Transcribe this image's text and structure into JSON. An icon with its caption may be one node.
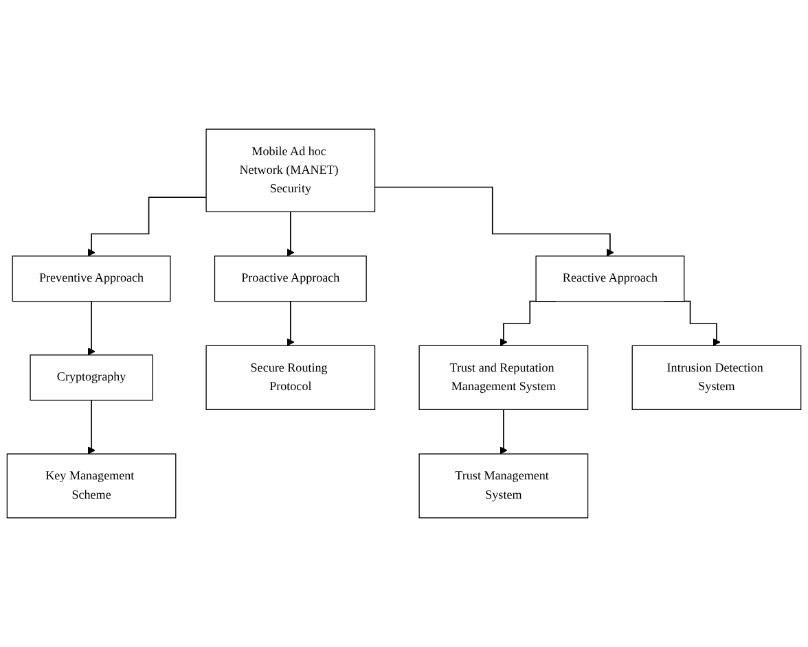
{
  "diagram": {
    "nodes": [
      {
        "text": [
          "Mobile Ad hoc Network (MANET) Security"
        ]
      },
      {
        "text": [
          "Preventive Approach"
        ]
      },
      {
        "text": [
          "Proactive Approach"
        ]
      },
      {
        "text": [
          "Reactive Approach"
        ]
      },
      {
        "text": [
          "Cryptography"
        ]
      },
      {
        "text": [
          "Secure Routing Protocol"
        ]
      },
      {
        "text": [
          "Trust and Reputation Management System"
        ]
      },
      {
        "text": [
          "Intrusion Detection System"
        ]
      },
      {
        "text": [
          "Key Management Scheme"
        ]
      },
      {
        "text": [
          "Trust Management System"
        ]
      }
    ],
    "edges": [
      {
        "from": 0,
        "to": 1,
        "arrow": "to"
      },
      {
        "from": 0,
        "to": 2,
        "arrow": "to"
      },
      {
        "from": 0,
        "to": 3,
        "arrow": "to"
      },
      {
        "from": 1,
        "to": 4,
        "arrow": "to"
      },
      {
        "from": 2,
        "to": 5,
        "arrow": "to"
      },
      {
        "from": 3,
        "to": 6,
        "arrow": "to"
      },
      {
        "from": 3,
        "to": 7,
        "arrow": "to"
      },
      {
        "from": 4,
        "to": 8,
        "arrow": "to"
      },
      {
        "from": 6,
        "to": 9,
        "arrow": "to"
      }
    ]
  }
}
